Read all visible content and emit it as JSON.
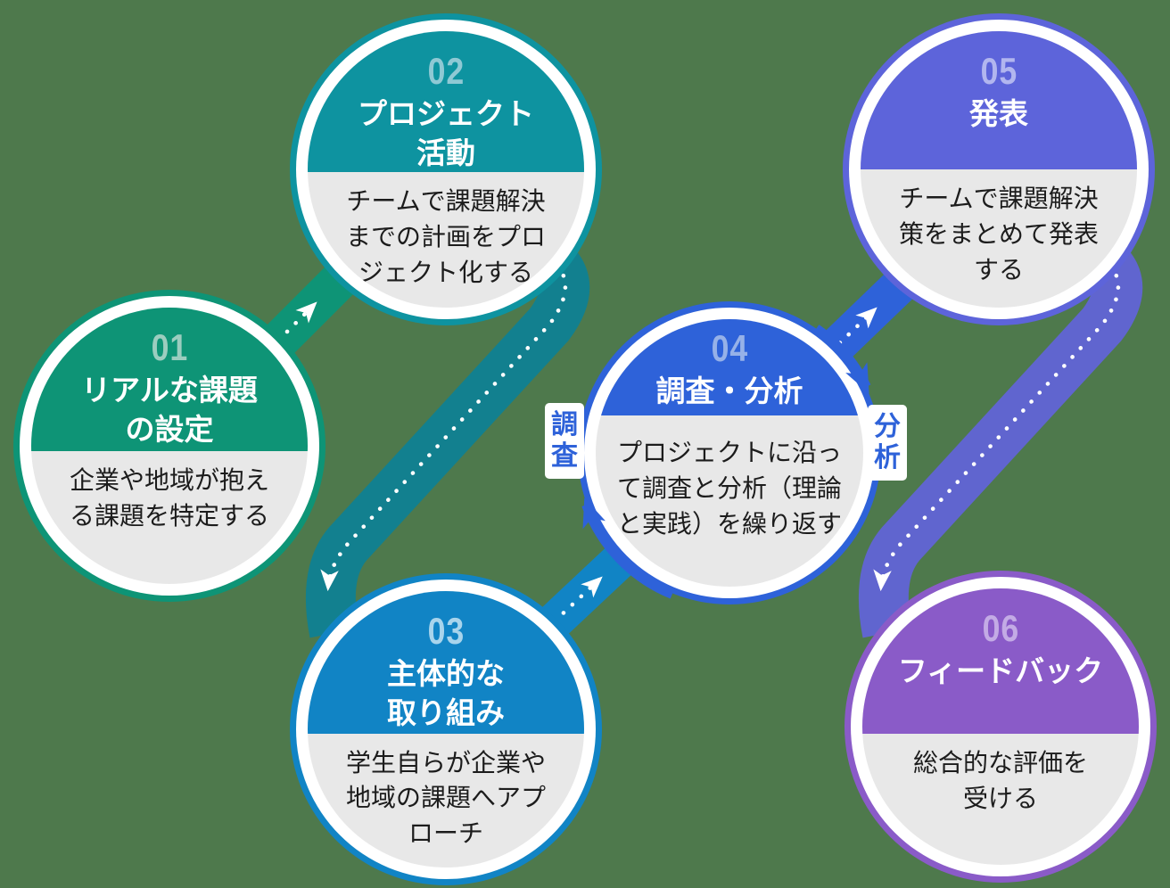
{
  "background_color": "#4E794C",
  "panel": {
    "surface_gray": "#E8E8E8",
    "body_text_color": "#1C1C1C"
  },
  "steps": [
    {
      "number": "01",
      "title_lines": [
        "リアルな課題",
        "の設定"
      ],
      "body_lines": [
        "企業や地域が抱え",
        "る課題を特定する"
      ],
      "color": "#0E9476",
      "number_color": "#9BCDBF"
    },
    {
      "number": "02",
      "title_lines": [
        "プロジェクト",
        "活動"
      ],
      "body_lines": [
        "チームで課題解決",
        "までの計画をプロ",
        "ジェクト化する"
      ],
      "color": "#0E93A0",
      "number_color": "#8FC9D4"
    },
    {
      "number": "03",
      "title_lines": [
        "主体的な",
        "取り組み"
      ],
      "body_lines": [
        "学生自らが企業や",
        "地域の課題へアプ",
        "ローチ"
      ],
      "color": "#1184C5",
      "number_color": "#A8D4EC"
    },
    {
      "number": "04",
      "title_lines": [
        "調査・分析"
      ],
      "body_lines": [
        "プロジェクトに沿っ",
        "て調査と分析（理論",
        "と実践）を繰り返す"
      ],
      "color": "#2E62D9",
      "number_color": "#96B1E8"
    },
    {
      "number": "05",
      "title_lines": [
        "発表"
      ],
      "body_lines": [
        "チームで課題解決",
        "策をまとめて発表",
        "する"
      ],
      "color": "#5D64DA",
      "number_color": "#B2B6EF"
    },
    {
      "number": "06",
      "title_lines": [
        "フィードバック"
      ],
      "body_lines": [
        "総合的な評価を",
        "受ける"
      ],
      "color": "#8A5BC8",
      "number_color": "#C3ABE5"
    }
  ],
  "connectors": {
    "step1_to_step2": "#0E9476",
    "step2_to_step3": "#12808F",
    "step3_to_step4": "#1184C5",
    "step4_to_step5": "#2E62D9",
    "step5_to_step6": "#6065CF",
    "cycle_ring": "#2E62D9",
    "dots": "#FFFFFF"
  },
  "cycle_labels": {
    "left": "調査",
    "right": "分析",
    "text_color": "#2E62D9",
    "box_color": "#FFFFFF"
  }
}
